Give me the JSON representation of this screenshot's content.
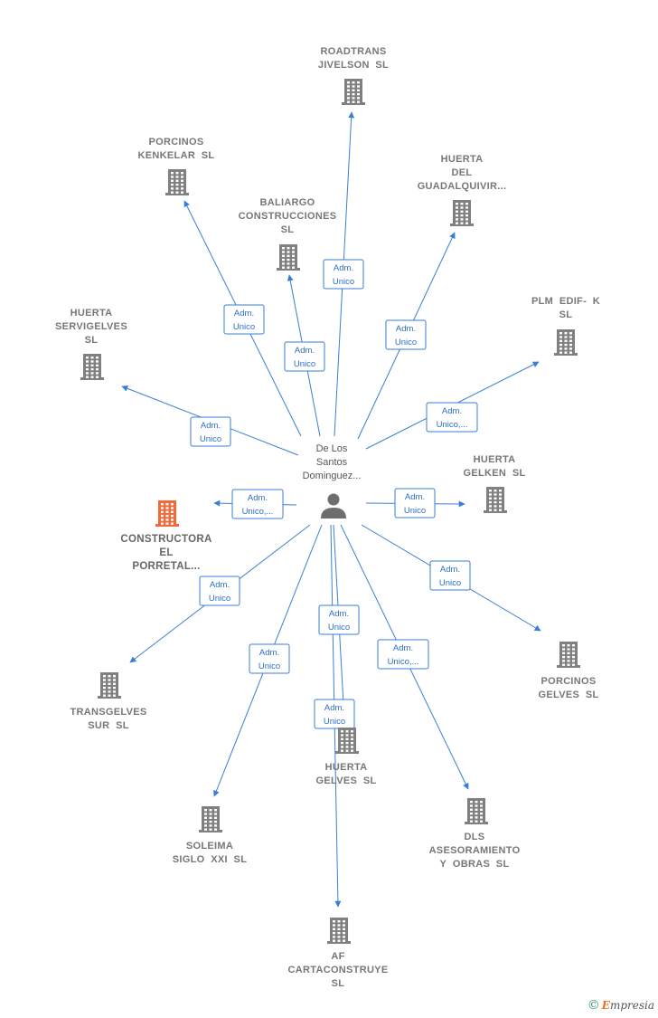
{
  "center": {
    "label": [
      "De Los",
      "Santos",
      "Dominguez..."
    ]
  },
  "companies": [
    {
      "id": "roadtrans",
      "label": [
        "ROADTRANS",
        "JIVELSON SL"
      ],
      "role": [
        "Adm.",
        "Unico"
      ],
      "focus": false
    },
    {
      "id": "porcinos-kenkelar",
      "label": [
        "PORCINOS",
        "KENKELAR SL"
      ],
      "role": [
        "Adm.",
        "Unico"
      ],
      "focus": false
    },
    {
      "id": "baliargo",
      "label": [
        "BALIARGO",
        "CONSTRUCCIONES",
        "SL"
      ],
      "role": [
        "Adm.",
        "Unico"
      ],
      "focus": false
    },
    {
      "id": "huerta-guadalquivir",
      "label": [
        "HUERTA",
        "DEL",
        "GUADALQUIVIR..."
      ],
      "role": [
        "Adm.",
        "Unico"
      ],
      "focus": false
    },
    {
      "id": "plm-edif",
      "label": [
        "PLM EDIF- K",
        "SL"
      ],
      "role": [
        "Adm.",
        "Unico,..."
      ],
      "focus": false
    },
    {
      "id": "huerta-servigelves",
      "label": [
        "HUERTA",
        "SERVIGELVES",
        "SL"
      ],
      "role": [
        "Adm.",
        "Unico"
      ],
      "focus": false
    },
    {
      "id": "huerta-gelken",
      "label": [
        "HUERTA",
        "GELKEN SL"
      ],
      "role": [
        "Adm.",
        "Unico"
      ],
      "focus": false
    },
    {
      "id": "constructora-porretal",
      "label": [
        "CONSTRUCTORA",
        "EL",
        "PORRETAL..."
      ],
      "role": [
        "Adm.",
        "Unico,..."
      ],
      "focus": true
    },
    {
      "id": "porcinos-gelves",
      "label": [
        "PORCINOS",
        "GELVES SL"
      ],
      "role": [
        "Adm.",
        "Unico"
      ],
      "focus": false
    },
    {
      "id": "transgelves",
      "label": [
        "TRANSGELVES",
        "SUR SL"
      ],
      "role": [
        "Adm.",
        "Unico"
      ],
      "focus": false
    },
    {
      "id": "huerta-gelves",
      "label": [
        "HUERTA",
        "GELVES SL"
      ],
      "role": [
        "Adm.",
        "Unico"
      ],
      "focus": false
    },
    {
      "id": "soleima",
      "label": [
        "SOLEIMA",
        "SIGLO XXI SL"
      ],
      "role": [
        "Adm.",
        "Unico"
      ],
      "focus": false
    },
    {
      "id": "dls",
      "label": [
        "DLS",
        "ASESORAMIENTO",
        "Y OBRAS SL"
      ],
      "role": [
        "Adm.",
        "Unico,..."
      ],
      "focus": false
    },
    {
      "id": "af-cartaconstruye",
      "label": [
        "AF",
        "CARTACONSTRUYE",
        "SL"
      ],
      "role": [
        "Adm.",
        "Unico"
      ],
      "focus": false
    }
  ],
  "colors": {
    "building": "#808080",
    "focus_building": "#f26a3a",
    "edge": "#3a7fd5",
    "person": "#6e6e6e"
  },
  "icons": {
    "company": "building-icon",
    "person": "person-icon"
  },
  "copyright": {
    "symbol": "©",
    "brand_first": "E",
    "brand_rest": "mpresia"
  }
}
